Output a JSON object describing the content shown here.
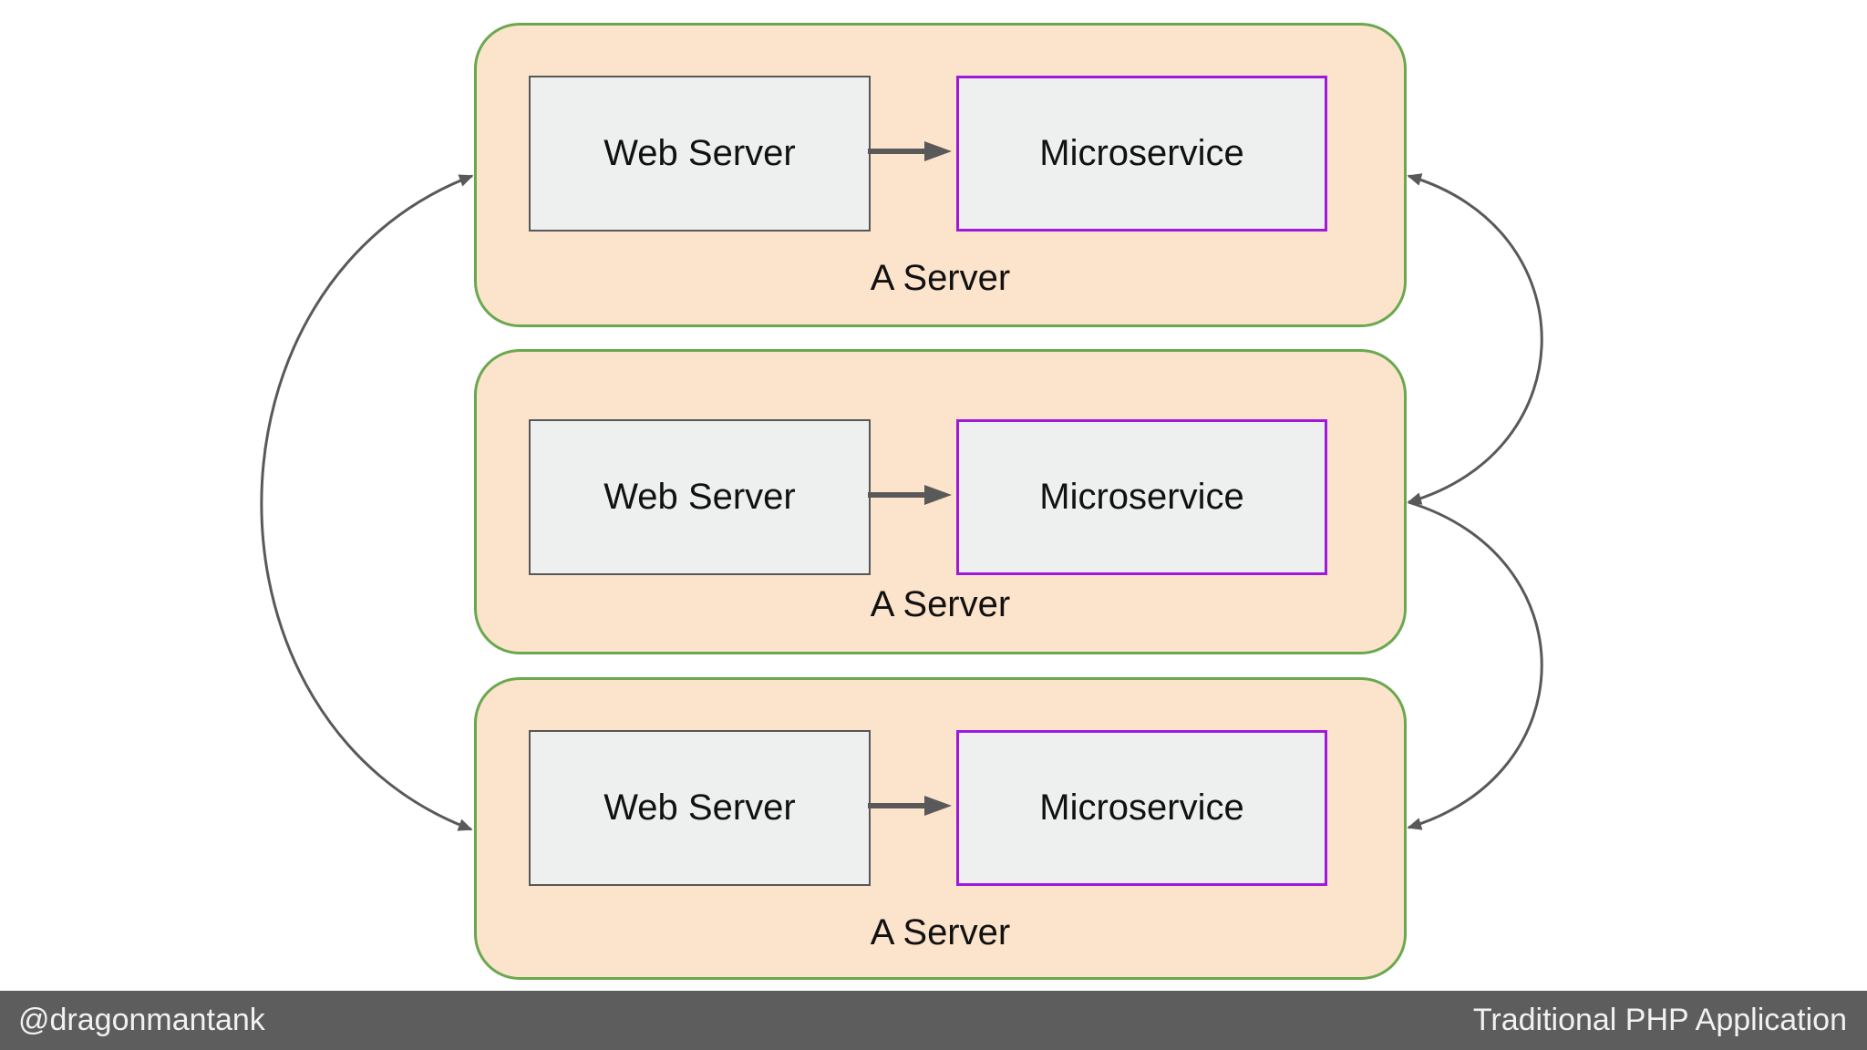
{
  "diagram": {
    "servers": [
      {
        "label": "A Server",
        "web_label": "Web Server",
        "micro_label": "Microservice"
      },
      {
        "label": "A Server",
        "web_label": "Web Server",
        "micro_label": "Microservice"
      },
      {
        "label": "A Server",
        "web_label": "Web Server",
        "micro_label": "Microservice"
      }
    ],
    "connections": [
      {
        "from": "server-1",
        "to": "server-3",
        "side": "left",
        "bidirectional": true
      },
      {
        "from": "server-1",
        "to": "server-2",
        "side": "right",
        "bidirectional": true
      },
      {
        "from": "server-2",
        "to": "server-3",
        "side": "right",
        "bidirectional": true
      },
      {
        "from": "web-server",
        "to": "microservice",
        "side": "inside-each-server",
        "bidirectional": false
      }
    ],
    "colors": {
      "slide_bg": "#ffffff",
      "server_fill": "#fce3cb",
      "server_border": "#6aa84f",
      "box_fill": "#eef0f0",
      "web_border": "#575757",
      "micro_border": "#9f19dc",
      "arrow_color": "#595959",
      "text_color": "#111111",
      "footer_bg": "#5d5d5d",
      "footer_text": "#f1f1f1"
    }
  },
  "footer": {
    "handle": "@dragonmantank",
    "title": "Traditional PHP Application"
  }
}
